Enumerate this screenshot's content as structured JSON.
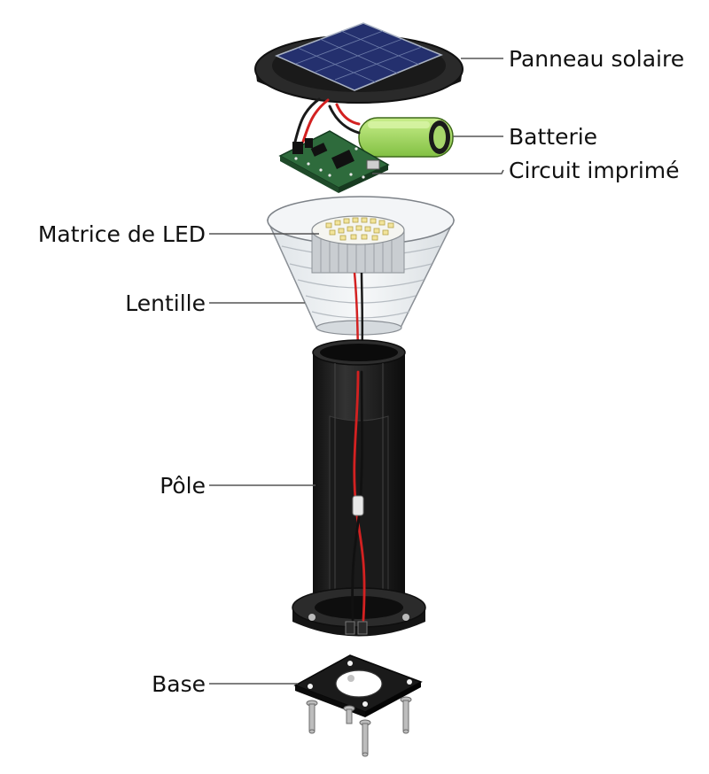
{
  "labels": {
    "solar_panel": "Panneau solaire",
    "battery": "Batterie",
    "pcb": "Circuit imprimé",
    "led_array": "Matrice de LED",
    "lens": "Lentille",
    "pole": "Pôle",
    "base": "Base"
  },
  "colors": {
    "body_black": "#1c1c1c",
    "solar_cell_blue": "#24306e",
    "battery_green": "#9bd35a",
    "pcb_green": "#2e6b3c",
    "wire_red": "#d32121",
    "lens_clear": "#e9edf0"
  }
}
